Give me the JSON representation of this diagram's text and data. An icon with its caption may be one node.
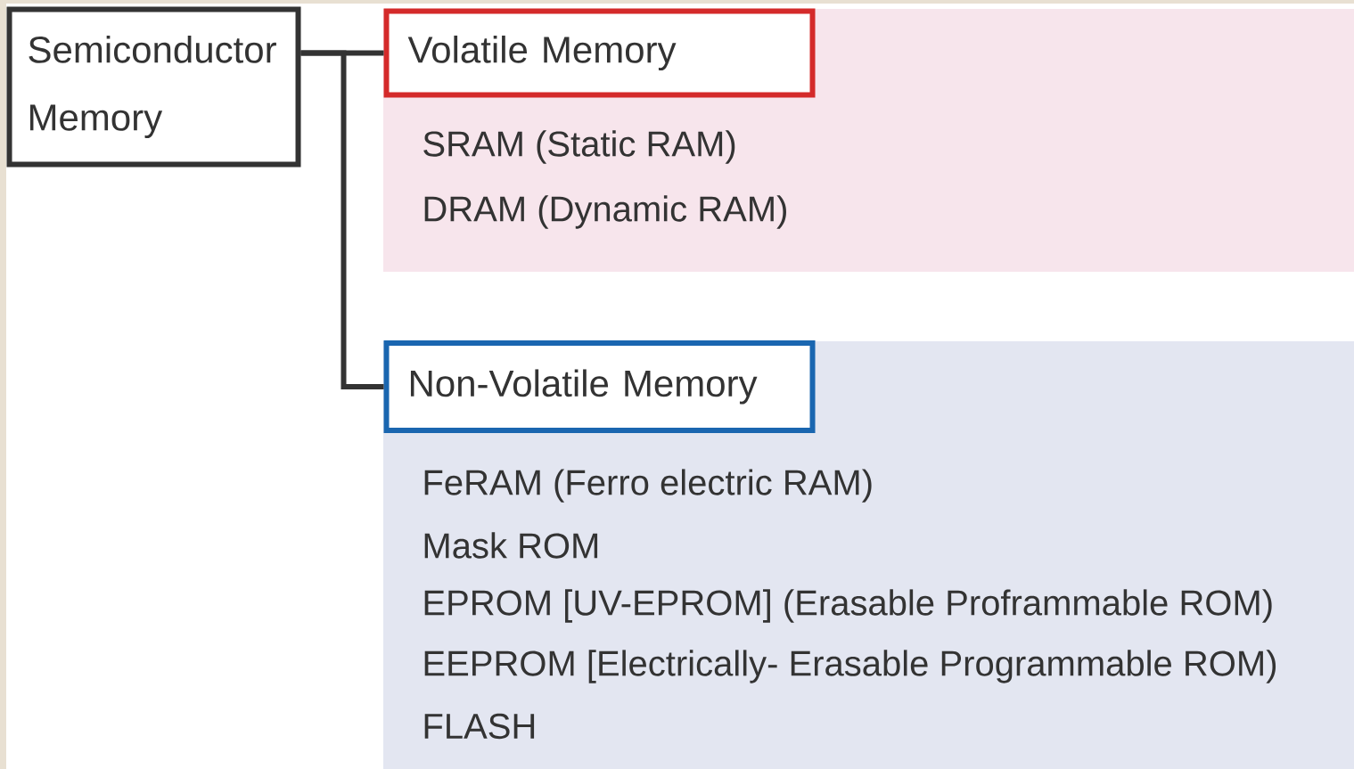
{
  "diagram": {
    "nodes": [
      {
        "text": [
          "Semiconductor Memory"
        ]
      },
      {
        "text": [
          "SRAM (Static RAM)",
          "DRAM (Dynamic RAM)"
        ]
      },
      {
        "text": [
          "Volatile Memory"
        ],
        "in": 1
      },
      {
        "text": [
          "FeRAM (Ferro electric RAM)",
          "Mask ROM",
          "EPROM [UV-EPROM] (Erasable Proframmable ROM)",
          "EEPROM [Electrically- Erasable Programmable ROM)",
          "FLASH"
        ]
      },
      {
        "text": [
          "Non-Volatile Memory"
        ],
        "in": 3
      }
    ],
    "edges": [
      {
        "from": 0,
        "to": 2,
        "arrow": "none"
      },
      {
        "from": 0,
        "to": 4,
        "arrow": "none"
      }
    ]
  }
}
